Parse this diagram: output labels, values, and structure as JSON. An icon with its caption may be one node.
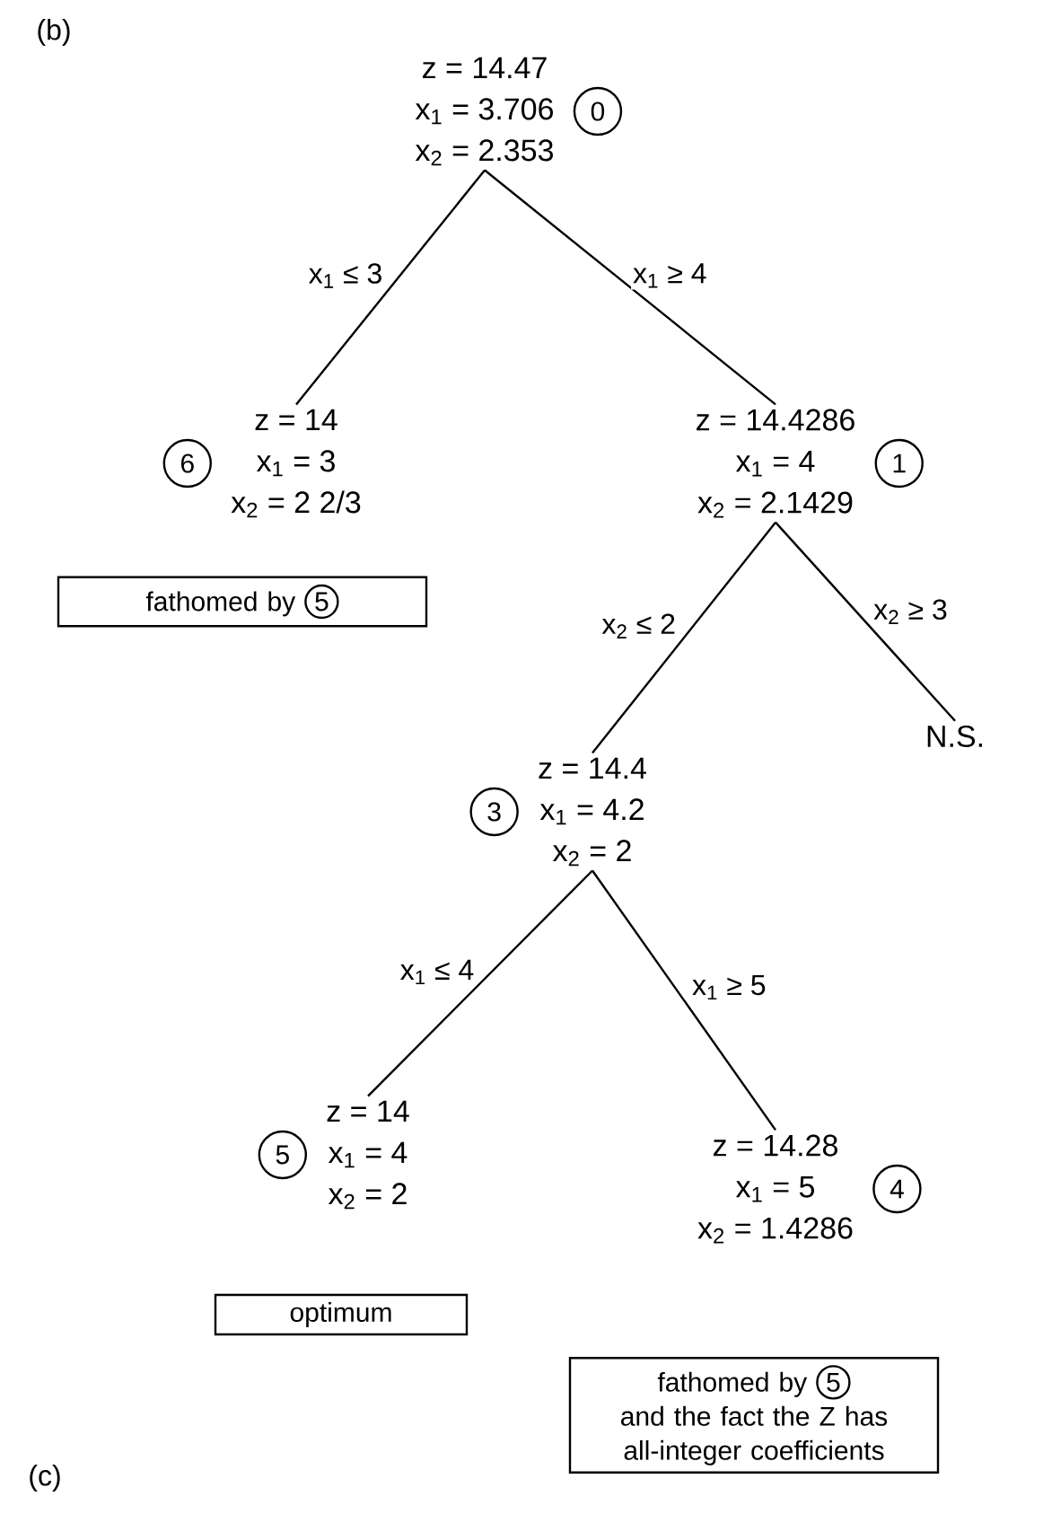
{
  "diagram": {
    "nodes": [
      {
        "text": [
          "z = 14.47",
          "x$_{1}$ = 3.706",
          "x$_{2}$ = 2.353"
        ],
        "beside": [
          "0"
        ]
      },
      {
        "text": [
          "z = 14",
          "x$_{1}$ = 3",
          "x$_{2}$ = 2 2/3"
        ],
        "beside": [
          "6"
        ]
      },
      {
        "text": [
          "fathomed by",
          "5"
        ]
      },
      {
        "text": [
          "z = 14.4286",
          "x$_{1}$ = 4",
          "x$_{2}$ = 2.1429"
        ],
        "beside": [
          "1"
        ]
      },
      {
        "text": [
          "N.S."
        ]
      },
      {
        "text": [
          "z = 14.4",
          "x$_{1}$ = 4.2",
          "x$_{2}$ = 2"
        ],
        "beside": [
          "3"
        ]
      },
      {
        "text": [
          "z = 14",
          "x$_{1}$ = 4",
          "x$_{2}$ = 2"
        ],
        "beside": [
          "5"
        ]
      },
      {
        "text": [
          "optimum"
        ]
      },
      {
        "text": [
          "z = 14.28",
          "x$_{1}$ = 5",
          "x$_{2}$ = 1.4286"
        ],
        "beside": [
          "4"
        ]
      },
      {
        "text": [
          "fathomed by",
          "5",
          "and the fact the Z has all-integer coefficients"
        ]
      }
    ],
    "edges": [
      {
        "from": 0,
        "to": 1,
        "arrow": "none",
        "label": "x$_{1}$ ≤ 3"
      },
      {
        "from": 0,
        "to": 3,
        "arrow": "none",
        "label": "x$_{1}$ ≥ 4"
      },
      {
        "from": 3,
        "to": 5,
        "arrow": "none",
        "label": "x$_{2}$ ≤ 2"
      },
      {
        "from": 3,
        "to": 4,
        "arrow": "none",
        "label": "x$_{2}$ ≥ 3"
      },
      {
        "from": 5,
        "to": 6,
        "arrow": "none",
        "label": "x$_{1}$ ≤ 4"
      },
      {
        "from": 5,
        "to": 8,
        "arrow": "none",
        "label": "x$_{1}$ ≥ 5"
      }
    ],
    "labels": [
      "(b)",
      "(c)"
    ]
  }
}
